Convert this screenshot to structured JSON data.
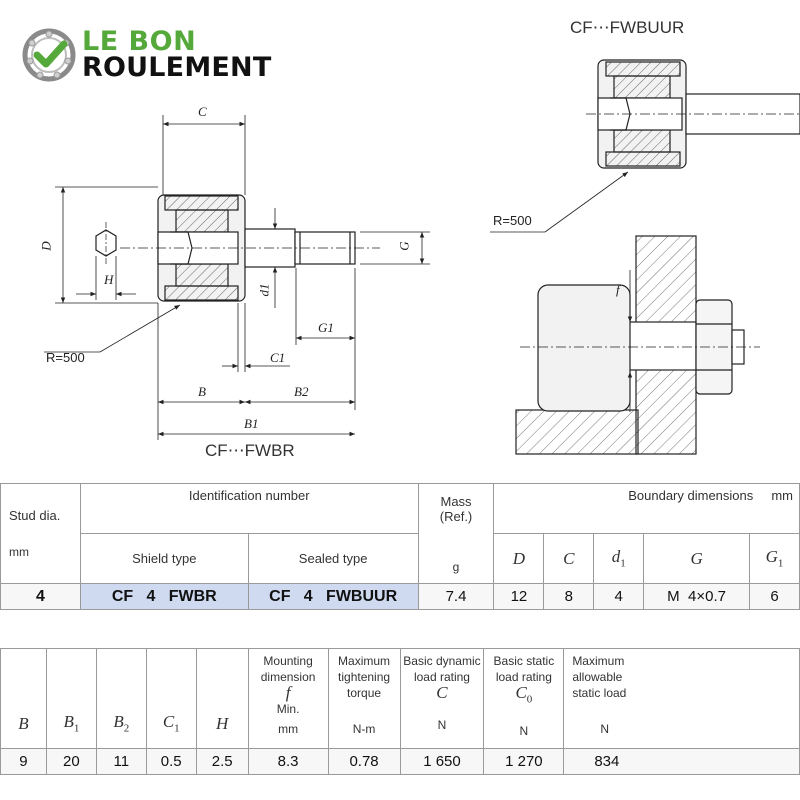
{
  "logo": {
    "line1": "LE BON",
    "line2": "ROULEMENT",
    "mark_icon": "bearing-check-icon",
    "accent": "#55a83a"
  },
  "drawing": {
    "caption_main": "CF⋯FWBR",
    "caption_sealed": "CF⋯FWBUUR",
    "radius_label_1": "R=500",
    "radius_label_2": "R=500",
    "dim_C": "C",
    "dim_D": "D",
    "dim_H": "H",
    "dim_d1": "d1",
    "dim_G": "G",
    "dim_G1": "G1",
    "dim_C1": "C1",
    "dim_B": "B",
    "dim_B2": "B2",
    "dim_B1": "B1",
    "dim_f": "f"
  },
  "table1": {
    "col_stud": "Stud dia.",
    "col_stud_unit": "mm",
    "col_ident": "Identification number",
    "col_shield": "Shield type",
    "col_sealed": "Sealed type",
    "col_mass": "Mass",
    "col_mass_ref": "(Ref.)",
    "col_mass_unit": "g",
    "col_boundary": "Boundary dimensions",
    "col_boundary_unit": "mm",
    "col_D": "D",
    "col_C": "C",
    "col_d1": "d",
    "col_d1_sub": "1",
    "col_G": "G",
    "col_G1": "G",
    "col_G1_sub": "1",
    "row": {
      "stud": "4",
      "shield": "CF   4   FWBR",
      "sealed": "CF   4   FWBUUR",
      "mass": "7.4",
      "D": "12",
      "C": "8",
      "d1": "4",
      "G": "M  4×0.7",
      "G1": "6"
    }
  },
  "table2": {
    "col_B": "B",
    "col_B1": "B",
    "col_B1_sub": "1",
    "col_B2": "B",
    "col_B2_sub": "2",
    "col_C1": "C",
    "col_C1_sub": "1",
    "col_H": "H",
    "col_f_l1": "Mounting",
    "col_f_l2": "dimension",
    "col_f_sym": "f",
    "col_f_l3": "Min.",
    "col_f_unit": "mm",
    "col_torque_l1": "Maximum",
    "col_torque_l2": "tightening",
    "col_torque_l3": "torque",
    "col_torque_unit": "N-m",
    "col_dyn_l1": "Basic dynamic",
    "col_dyn_l2": "load rating",
    "col_dyn_sym": "C",
    "col_dyn_unit": "N",
    "col_stat_l1": "Basic static",
    "col_stat_l2": "load rating",
    "col_stat_sym": "C",
    "col_stat_sub": "0",
    "col_stat_unit": "N",
    "col_max_l1": "Maximum",
    "col_max_l2": "allowable",
    "col_max_l3": "static load",
    "col_max_unit": "N",
    "row": {
      "B": "9",
      "B1": "20",
      "B2": "11",
      "C1": "0.5",
      "H": "2.5",
      "f": "8.3",
      "torque": "0.78",
      "dyn": "1 650",
      "stat": "1 270",
      "maxload": "834"
    }
  }
}
